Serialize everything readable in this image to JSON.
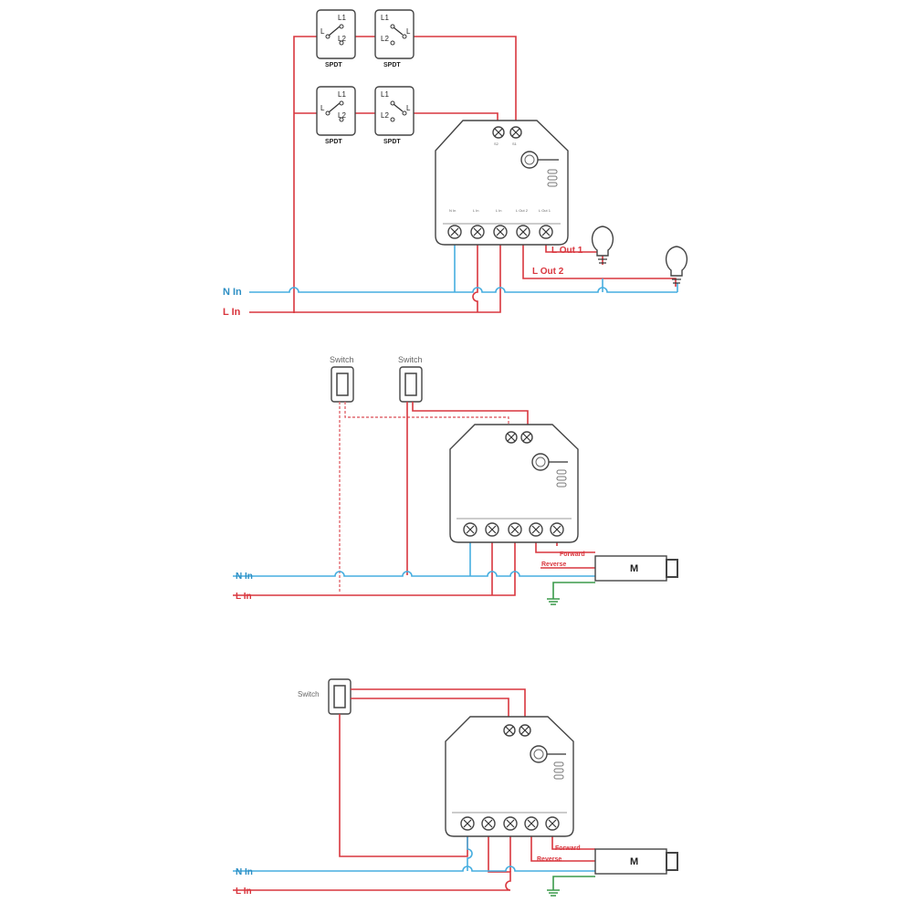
{
  "diagram1": {
    "spdt_label": "SPDT",
    "terminal_l1": "L1",
    "terminal_l2": "L2",
    "terminal_l": "L",
    "s2": "S2",
    "s1": "S1",
    "n_in_small": "N In",
    "l_in_small": "L In",
    "l_out2_small": "L Out 2",
    "l_out1_small": "L Out 1",
    "l_out1": "L Out 1",
    "l_out2": "L Out 2",
    "n_in": "N In",
    "l_in": "L In"
  },
  "diagram2": {
    "switch1": "Switch",
    "switch2": "Switch",
    "forward": "Forward",
    "reverse": "Reverse",
    "motor": "M",
    "n_in": "N In",
    "l_in": "L In"
  },
  "diagram3": {
    "switch": "Switch",
    "forward": "Forward",
    "reverse": "Reverse",
    "motor": "M",
    "n_in": "N In",
    "l_in": "L In"
  },
  "colors": {
    "live": "#d9363e",
    "neutral": "#46aee0",
    "ground": "#3a9a4a"
  }
}
